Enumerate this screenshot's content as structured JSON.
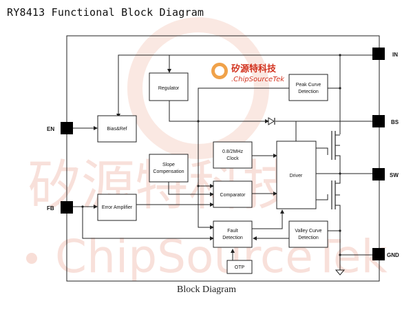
{
  "title": "RY8413 Functional Block Diagram",
  "caption": "Block Diagram",
  "logo": {
    "chinese": "矽源特科技",
    "english": ".ChipSourceTek"
  },
  "watermark": {
    "chinese": "矽源特科技",
    "english": "ChipSourceTek"
  },
  "pins": {
    "in": "IN",
    "en": "EN",
    "bs": "BS",
    "sw": "SW",
    "fb": "FB",
    "gnd": "GND"
  },
  "blocks": {
    "regulator": "Regulator",
    "peak_curve_detection": [
      "Peak Curve",
      "Detection"
    ],
    "bias_ref": "Bias&Ref",
    "clock": [
      "0.8/2MHz",
      "Clock"
    ],
    "slope_compensation": [
      "Slope",
      "Compensation"
    ],
    "driver": "Driver",
    "comparator": "Comparator",
    "error_amplifier": "Error Amplifier",
    "fault_detection": [
      "Fault",
      "Detection"
    ],
    "valley_curve_detection": [
      "Valley Curve",
      "Detection"
    ],
    "otp": "OTP"
  },
  "colors": {
    "line": "#222222",
    "pin_square": "#000000",
    "watermark": "#f3c8bd",
    "logo": "#d2321e"
  }
}
